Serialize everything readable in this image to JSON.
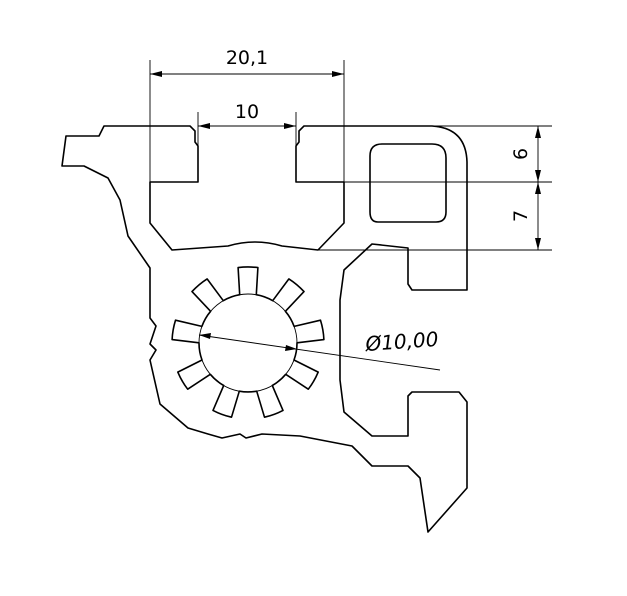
{
  "drawing": {
    "type": "aluminium-profile-cross-section",
    "dimensions": {
      "slot_outer_width": "20,1",
      "slot_opening_width": "10",
      "upper_height": "6",
      "lower_height": "7",
      "bore_diameter": "Ø10,00"
    },
    "colors": {
      "line": "#000000",
      "background": "#ffffff"
    }
  }
}
